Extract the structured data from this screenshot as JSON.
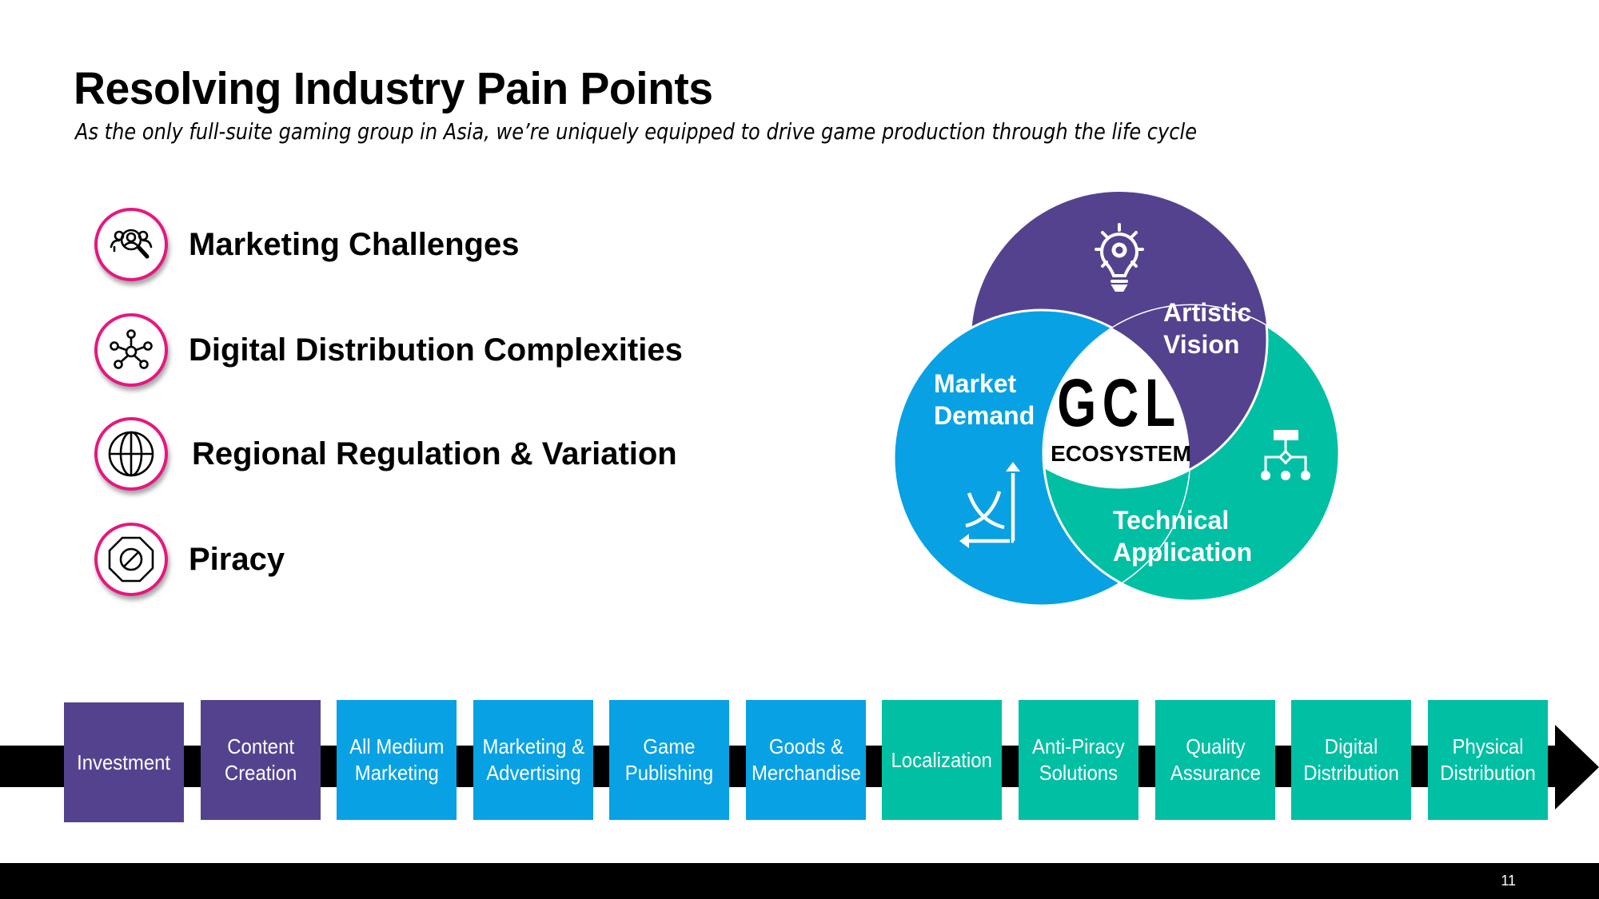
{
  "header": {
    "title": "Resolving Industry Pain Points",
    "subtitle": "As the only full-suite gaming group in Asia, we’re uniquely equipped to drive game production through the life cycle"
  },
  "pain_points": [
    {
      "label": "Marketing Challenges",
      "icon": "people-search-icon"
    },
    {
      "label": "Digital Distribution Complexities",
      "icon": "network-hub-icon"
    },
    {
      "label": "Regional Regulation & Variation",
      "icon": "globe-icon"
    },
    {
      "label": "Piracy",
      "icon": "prohibited-octagon-icon"
    }
  ],
  "venn": {
    "center_logo": "GCL",
    "center_label": "ECOSYSTEM",
    "circles": [
      {
        "label_line1": "Artistic",
        "label_line2": "Vision",
        "icon": "lightbulb-gear-icon",
        "color": "#54428f"
      },
      {
        "label_line1": "Market",
        "label_line2": "Demand",
        "icon": "supply-demand-chart-icon",
        "color": "#08a1e4"
      },
      {
        "label_line1": "Technical",
        "label_line2": "Application",
        "icon": "hierarchy-flow-icon",
        "color": "#00bfa3"
      }
    ]
  },
  "lifecycle": {
    "steps": [
      {
        "label": "Investment",
        "color": "#54428f"
      },
      {
        "label": "Content\nCreation",
        "color": "#54428f"
      },
      {
        "label": "All Medium\nMarketing",
        "color": "#08a1e4"
      },
      {
        "label": "Marketing &\nAdvertising",
        "color": "#08a1e4"
      },
      {
        "label": "Game\nPublishing",
        "color": "#08a1e4"
      },
      {
        "label": "Goods &\nMerchandise",
        "color": "#08a1e4"
      },
      {
        "label": "Localization",
        "color": "#00bfa3"
      },
      {
        "label": "Anti-Piracy\nSolutions",
        "color": "#00bfa3"
      },
      {
        "label": "Quality\nAssurance",
        "color": "#00bfa3"
      },
      {
        "label": "Digital\nDistribution",
        "color": "#00bfa3"
      },
      {
        "label": "Physical\nDistribution",
        "color": "#00bfa3"
      }
    ]
  },
  "colors": {
    "accent_ring": "#e6177f",
    "purple": "#54428f",
    "blue": "#08a1e4",
    "teal": "#00bfa3"
  },
  "footer": {
    "page_number": "11"
  }
}
